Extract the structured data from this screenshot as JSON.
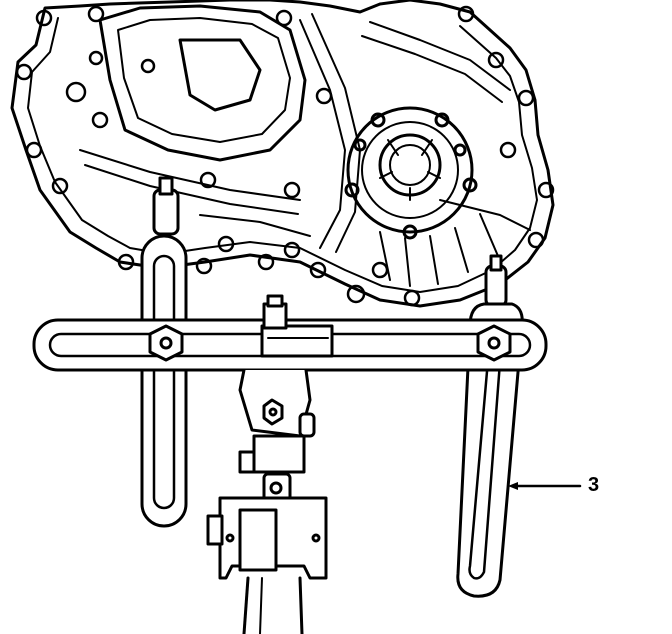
{
  "figure": {
    "callouts": [
      {
        "label": "3",
        "target": "right-support-arm"
      }
    ],
    "colors": {
      "ink": "#000000",
      "paper": "#ffffff"
    },
    "subject": "transmission-housing-with-support-fixture"
  }
}
